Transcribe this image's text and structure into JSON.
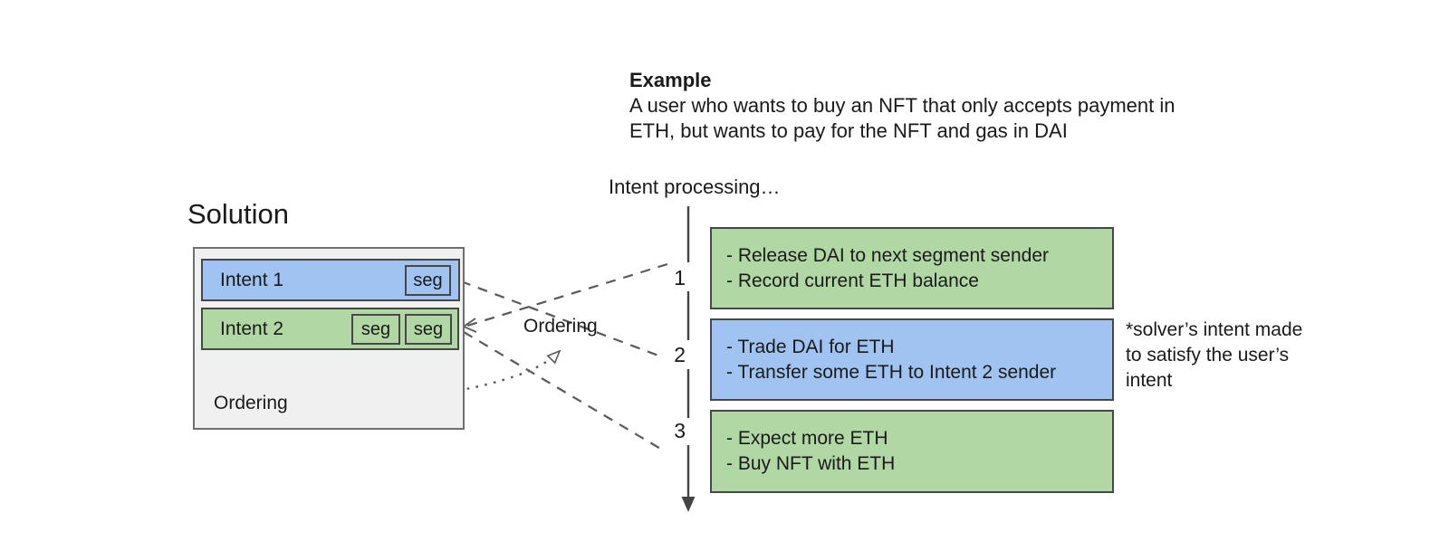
{
  "example": {
    "heading": "Example",
    "body_lines": [
      "A user who wants to buy an NFT that only accepts payment in",
      "ETH, but wants to pay for the NFT and gas in DAI"
    ]
  },
  "intent_processing_label": "Intent processing…",
  "solution": {
    "title": "Solution",
    "intent1": {
      "label": "Intent 1",
      "segs": [
        "seg"
      ]
    },
    "intent2": {
      "label": "Intent 2",
      "segs": [
        "seg",
        "seg"
      ]
    },
    "ordering_label": "Ordering"
  },
  "ordering_mid_label": "Ordering",
  "steps": [
    {
      "number": "1",
      "color": "green",
      "lines": [
        "- Release DAI to next segment sender",
        "- Record current ETH balance"
      ]
    },
    {
      "number": "2",
      "color": "blue",
      "lines": [
        "- Trade DAI for ETH",
        "- Transfer some ETH to Intent 2 sender"
      ]
    },
    {
      "number": "3",
      "color": "green",
      "lines": [
        "- Expect more ETH",
        "- Buy NFT with ETH"
      ]
    }
  ],
  "annotation": {
    "lines": [
      "*solver’s intent made",
      "to satisfy the user’s",
      "intent"
    ]
  },
  "colors": {
    "blue": "#a1c3f1",
    "green": "#b1d7a5",
    "connector-gray": "#5a5a5a",
    "timeline-dark": "#444444",
    "panel-gray": "#f0f0f1"
  }
}
